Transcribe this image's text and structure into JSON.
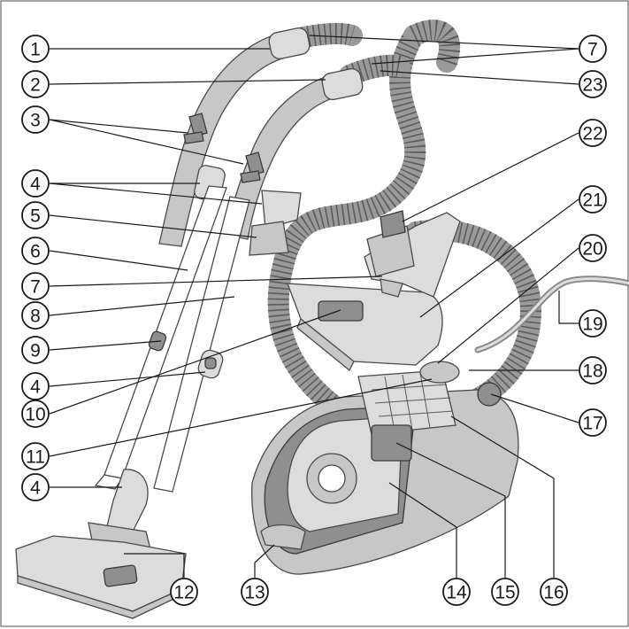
{
  "diagram": {
    "labels": [
      "1",
      "2",
      "3",
      "4",
      "5",
      "6",
      "7",
      "8",
      "9",
      "10",
      "11",
      "12",
      "13",
      "14",
      "15",
      "16",
      "17",
      "18",
      "19",
      "20",
      "21",
      "22",
      "23"
    ]
  },
  "colors": {
    "line": "#1a1a1a",
    "part_fill": "#c7c7c7",
    "part_dark": "#8f8f8f",
    "background": "#ffffff"
  }
}
